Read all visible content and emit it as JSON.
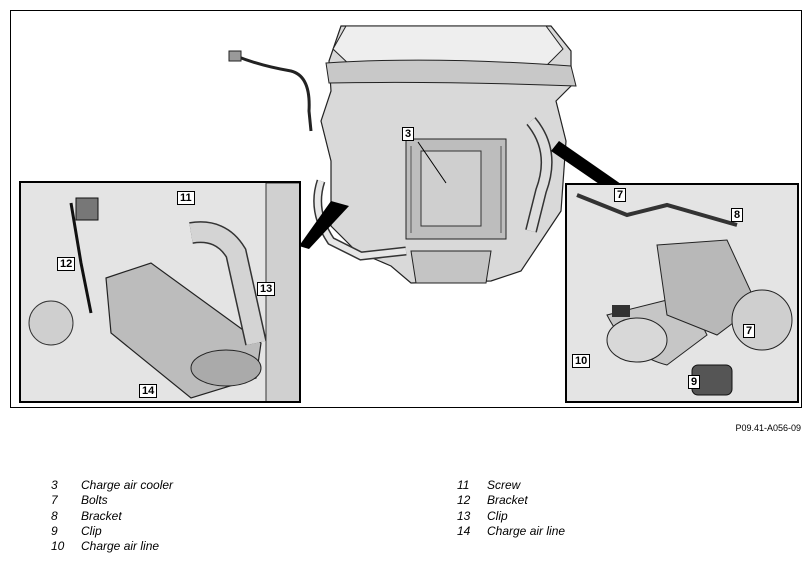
{
  "figure": {
    "code": "P09.41-A056-09",
    "callouts": {
      "c3": "3",
      "c7a": "7",
      "c7b": "7",
      "c8": "8",
      "c9": "9",
      "c10": "10",
      "c11": "11",
      "c12": "12",
      "c13": "13",
      "c14": "14"
    }
  },
  "legend_left": [
    {
      "num": "3",
      "label": "Charge air cooler"
    },
    {
      "num": "7",
      "label": "Bolts"
    },
    {
      "num": "8",
      "label": "Bracket"
    },
    {
      "num": "9",
      "label": "Clip"
    },
    {
      "num": "10",
      "label": "Charge air line"
    }
  ],
  "legend_right": [
    {
      "num": "11",
      "label": "Screw"
    },
    {
      "num": "12",
      "label": "Bracket"
    },
    {
      "num": "13",
      "label": "Clip"
    },
    {
      "num": "14",
      "label": "Charge air line"
    }
  ]
}
